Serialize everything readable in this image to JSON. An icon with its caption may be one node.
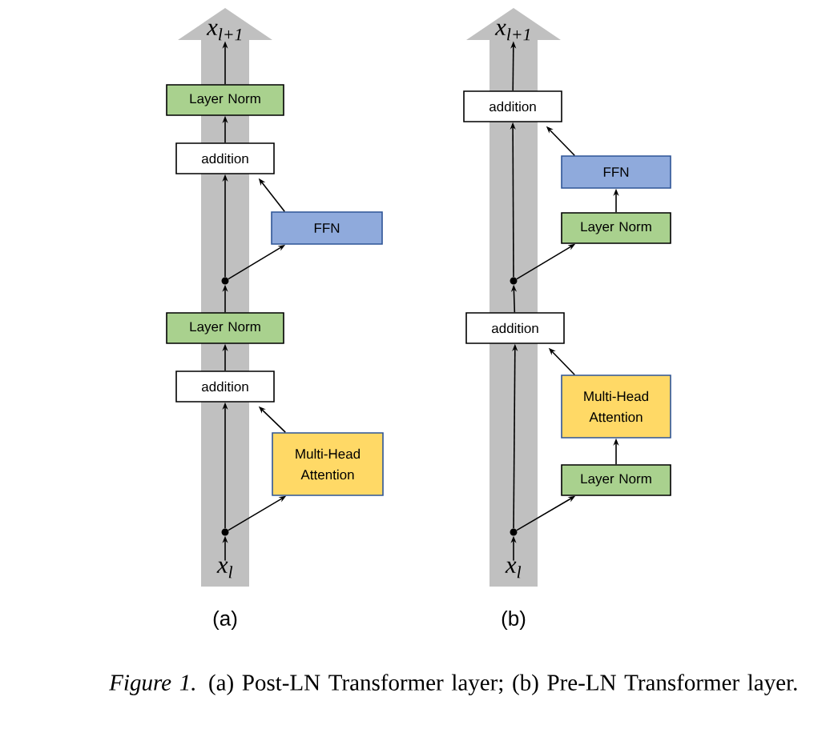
{
  "diagram": {
    "caption": "*Figure 1.* (a) Post-LN Transformer layer; (b) Pre-LN Transformer layer.",
    "nodes": [
      {
        "text": [
          "x$_{l}$"
        ]
      },
      {
        "text": [],
        "shape": "circle"
      },
      {
        "text": [
          "Multi-Head Attention"
        ]
      },
      {
        "text": [
          "addition"
        ]
      },
      {
        "text": [
          "Layer Norm"
        ]
      },
      {
        "text": [],
        "shape": "circle"
      },
      {
        "text": [
          "FFN"
        ]
      },
      {
        "text": [
          "addition"
        ]
      },
      {
        "text": [
          "Layer Norm"
        ]
      },
      {
        "text": [
          "x$_{l+1}$"
        ]
      },
      {
        "text": [
          "x$_{l}$"
        ]
      },
      {
        "text": [],
        "shape": "circle"
      },
      {
        "text": [
          "Layer Norm"
        ]
      },
      {
        "text": [
          "Multi-Head Attention"
        ]
      },
      {
        "text": [
          "addition"
        ]
      },
      {
        "text": [],
        "shape": "circle"
      },
      {
        "text": [
          "Layer Norm"
        ]
      },
      {
        "text": [
          "FFN"
        ]
      },
      {
        "text": [
          "addition"
        ]
      },
      {
        "text": [
          "x$_{l+1}$"
        ]
      }
    ],
    "edges": [
      {
        "from": 0,
        "to": 1,
        "arrow": "to"
      },
      {
        "from": 1,
        "to": 3,
        "arrow": "to"
      },
      {
        "from": 1,
        "to": 2,
        "arrow": "to"
      },
      {
        "from": 2,
        "to": 3,
        "arrow": "to"
      },
      {
        "from": 3,
        "to": 4,
        "arrow": "to"
      },
      {
        "from": 4,
        "to": 5,
        "arrow": "to"
      },
      {
        "from": 5,
        "to": 7,
        "arrow": "to"
      },
      {
        "from": 5,
        "to": 6,
        "arrow": "to"
      },
      {
        "from": 6,
        "to": 7,
        "arrow": "to"
      },
      {
        "from": 7,
        "to": 8,
        "arrow": "to"
      },
      {
        "from": 8,
        "to": 9,
        "arrow": "to"
      },
      {
        "from": 10,
        "to": 11,
        "arrow": "to"
      },
      {
        "from": 11,
        "to": 14,
        "arrow": "to"
      },
      {
        "from": 11,
        "to": 12,
        "arrow": "to"
      },
      {
        "from": 12,
        "to": 13,
        "arrow": "to"
      },
      {
        "from": 13,
        "to": 14,
        "arrow": "to"
      },
      {
        "from": 14,
        "to": 15,
        "arrow": "to"
      },
      {
        "from": 15,
        "to": 18,
        "arrow": "to"
      },
      {
        "from": 15,
        "to": 16,
        "arrow": "to"
      },
      {
        "from": 16,
        "to": 17,
        "arrow": "to"
      },
      {
        "from": 17,
        "to": 18,
        "arrow": "to"
      },
      {
        "from": 18,
        "to": 19,
        "arrow": "to"
      }
    ],
    "labels": [
      "(a)",
      "(b)"
    ]
  }
}
